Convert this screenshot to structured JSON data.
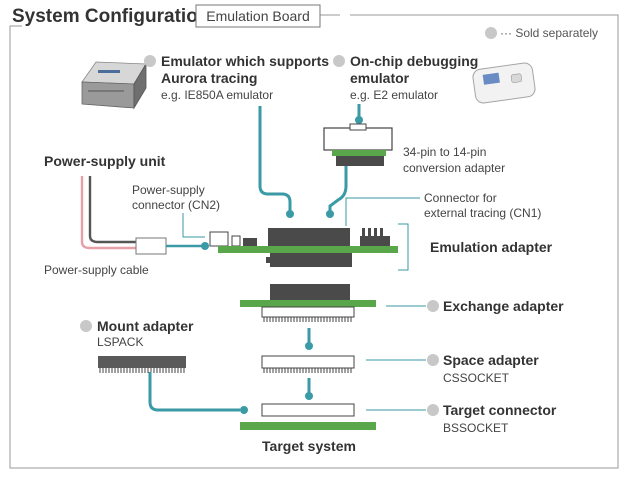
{
  "header": {
    "title": "System Configuration",
    "tag": "Emulation Board"
  },
  "legend": {
    "text": "··· Sold separately",
    "dot_color": "#c8c8c8"
  },
  "colors": {
    "teal": "#3a9aa6",
    "board_green": "#5aa64a",
    "board_dark": "#3f7d35",
    "chip": "#4a4a4a",
    "pink_wire": "#e8a0a8"
  },
  "components": {
    "aurora_emulator": {
      "line1": "Emulator which supports",
      "line2": "Aurora tracing",
      "sub": "e.g. IE850A emulator"
    },
    "ocd_emulator": {
      "line1": "On-chip debugging",
      "line2": "emulator",
      "sub": "e.g. E2 emulator"
    },
    "conversion_adapter": {
      "line1": "34-pin to 14-pin",
      "line2": "conversion adapter"
    },
    "power_supply": {
      "title": "Power-supply unit",
      "connector_line1": "Power-supply",
      "connector_line2": "connector (CN2)",
      "cable": "Power-supply cable"
    },
    "trace_connector": {
      "line1": "Connector for",
      "line2": "external tracing (CN1)"
    },
    "emulation_adapter": {
      "label": "Emulation adapter"
    },
    "exchange_adapter": {
      "label": "Exchange adapter"
    },
    "mount_adapter": {
      "label": "Mount adapter",
      "sub": "LSPACK"
    },
    "space_adapter": {
      "label": "Space adapter",
      "sub": "CSSOCKET"
    },
    "target_connector": {
      "label": "Target connector",
      "sub": "BSSOCKET"
    },
    "target_system": {
      "label": "Target system"
    }
  }
}
